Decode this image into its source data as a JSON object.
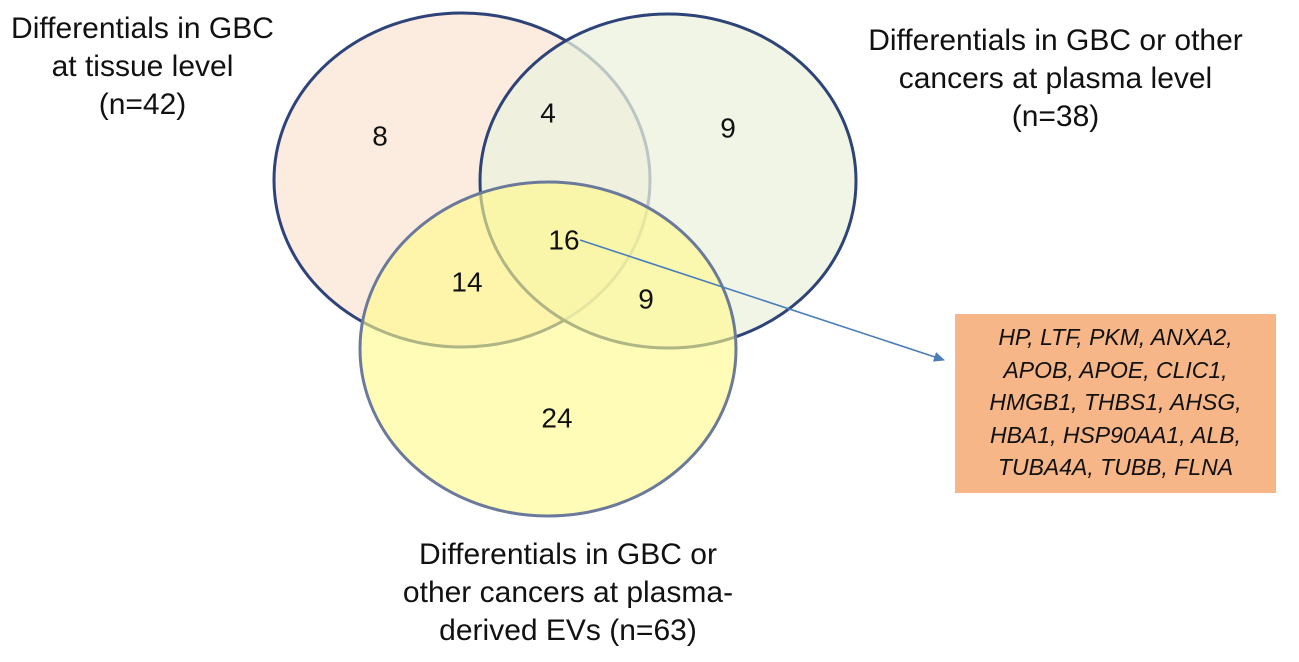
{
  "sets": [
    {
      "id": "tissue",
      "label_lines": [
        "Differentials in GBC",
        "at tissue level",
        "(n=42)"
      ],
      "total": 42,
      "fill": "#fbe5d6",
      "stroke": "#2e4478"
    },
    {
      "id": "plasma",
      "label_lines": [
        "Differentials in GBC or other",
        "cancers at plasma level",
        "(n=38)"
      ],
      "total": 38,
      "fill": "#ebf1de",
      "stroke": "#2e4478"
    },
    {
      "id": "evs",
      "label_lines": [
        "Differentials in GBC or",
        "other cancers at plasma-",
        "derived EVs (n=63)"
      ],
      "total": 63,
      "fill": "#fffa8a",
      "stroke": "#2e4478"
    }
  ],
  "regions": {
    "tissue_only": "8",
    "tissue_plasma": "4",
    "plasma_only": "9",
    "all_three": "16",
    "tissue_evs": "14",
    "plasma_evs": "9",
    "evs_only": "24"
  },
  "callout": {
    "lines": [
      "HP, LTF, PKM, ANXA2,",
      "APOB, APOE, CLIC1,",
      "HMGB1, THBS1, AHSG,",
      "HBA1, HSP90AA1, ALB,",
      "TUBA4A, TUBB, FLNA"
    ],
    "box_color": "#f6b687",
    "arrow_color": "#4a7ebb"
  }
}
